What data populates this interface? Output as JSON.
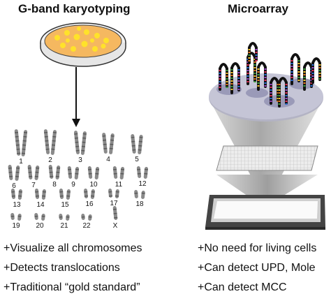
{
  "left": {
    "title": "G-band karyotyping",
    "chromosome_labels": [
      "1",
      "2",
      "3",
      "4",
      "5",
      "6",
      "7",
      "8",
      "9",
      "10",
      "11",
      "12",
      "13",
      "14",
      "15",
      "16",
      "17",
      "18",
      "19",
      "20",
      "21",
      "22",
      "X"
    ],
    "bullets": [
      "+Visualize all chromosomes",
      "+Detects translocations",
      "+Traditional “gold standard”"
    ]
  },
  "right": {
    "title": "Microarray",
    "bullets": [
      "+No need for living cells",
      "+Can detect UPD, Mole",
      "+Can detect MCC"
    ]
  },
  "colors": {
    "dish_agar": "#f5b860",
    "dish_colony": "#ffe22a",
    "chromosome": "#8a8a8a",
    "cone": "#b9b9b9",
    "dna_strand": "#111111",
    "base_colors": [
      "#e0315a",
      "#3a9a3a",
      "#2a6fd6",
      "#f2c12e",
      "#9a48c2",
      "#e07a1f"
    ]
  }
}
